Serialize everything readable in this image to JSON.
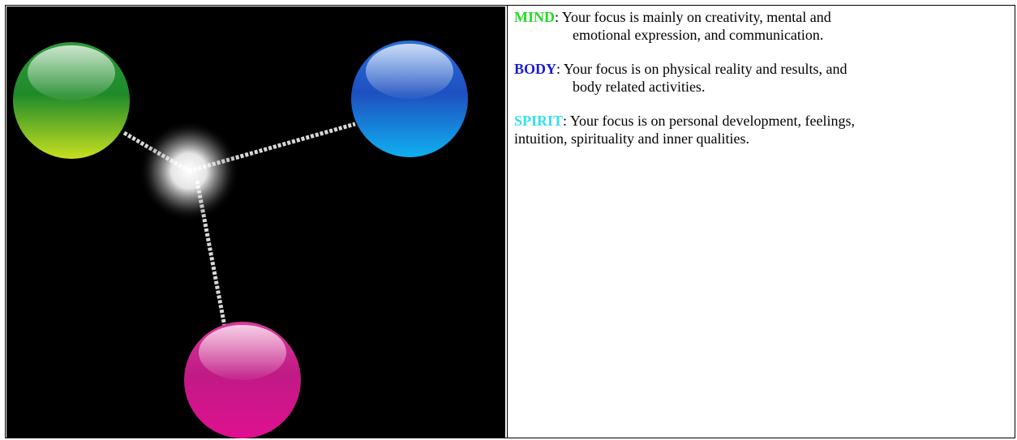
{
  "colors": {
    "mind": "#22dd22",
    "body": "#1a1adb",
    "spirit": "#33e0f0"
  },
  "image": {
    "description_icon": "mind-body-spirit-orbs-icon"
  },
  "entries": [
    {
      "key": "mind",
      "keyword": "MIND",
      "line1": ":  Your focus is mainly on creativity, mental and",
      "line2": "emotional expression, and communication."
    },
    {
      "key": "body",
      "keyword": "BODY",
      "line1": ":  Your focus is on physical reality and results, and",
      "line2": "body related activities."
    },
    {
      "key": "spirit",
      "keyword": "SPIRIT",
      "line1": ": Your focus is on personal development, feelings,",
      "line2": "intuition, spirituality and inner qualities."
    }
  ]
}
